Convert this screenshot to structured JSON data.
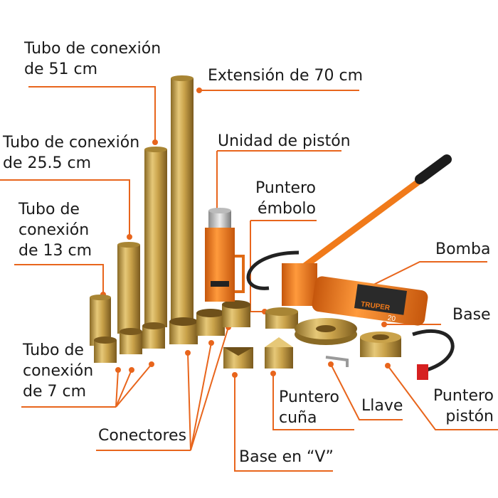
{
  "labels": {
    "tubo_51": [
      "Tubo de conexión",
      "de 51 cm"
    ],
    "extension_70": [
      "Extensión de 70 cm"
    ],
    "tubo_25_5": [
      "Tubo de conexión",
      "de 25.5 cm"
    ],
    "unidad_piston": [
      "Unidad de pistón"
    ],
    "tubo_13": [
      "Tubo de",
      "conexión",
      "de 13 cm"
    ],
    "puntero_embolo": [
      "Puntero",
      "émbolo"
    ],
    "bomba": [
      "Bomba"
    ],
    "base": [
      "Base"
    ],
    "tubo_7": [
      "Tubo de",
      "conexión",
      "de 7 cm"
    ],
    "puntero_cuna": [
      "Puntero",
      "cuña"
    ],
    "llave": [
      "Llave"
    ],
    "puntero_piston": [
      "Puntero",
      "pistón"
    ],
    "conectores": [
      "Conectores"
    ],
    "base_v": [
      "Base en “V”"
    ]
  },
  "pump_brand": "TRUPER",
  "pump_capacity": "20",
  "colors": {
    "leader": "#e8651c",
    "brass": "#c9a24a",
    "orange": "#f07a1a"
  }
}
